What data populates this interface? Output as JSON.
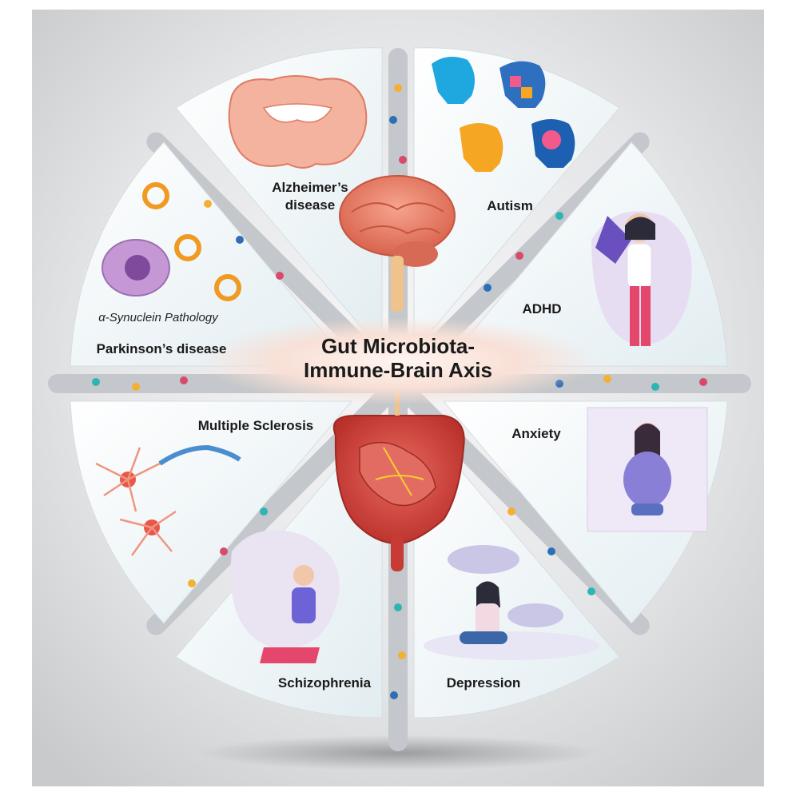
{
  "title": {
    "line1": "Gut Microbiota-",
    "line2": "Immune-Brain Axis"
  },
  "disorders": {
    "alzheimers": {
      "line1": "Alzheimer’s",
      "line2": "disease"
    },
    "autism": "Autism",
    "adhd": "ADHD",
    "anxiety": "Anxiety",
    "depression": "Depression",
    "schizophrenia": "Schizophrenia",
    "multiple_sclerosis": "Multiple Sclerosis",
    "parkinsons": "Parkinson’s disease"
  },
  "annotations": {
    "synuclein": "α-Synuclein Pathology"
  },
  "colors": {
    "background_outer": "#cfd0d2",
    "panel": "#eef4f6",
    "channel": "#c9ccd0",
    "brain": "#e9836f",
    "gut": "#d8473f",
    "center_glow": "#f7d9cf"
  }
}
